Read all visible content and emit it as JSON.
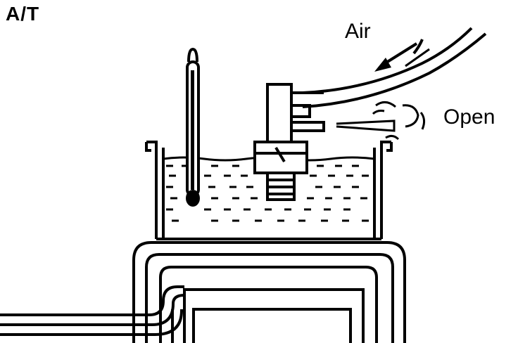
{
  "diagram": {
    "corner_label": "A/T",
    "air_label": "Air",
    "valve_state_label": "Open"
  },
  "colors": {
    "ink": "#000000",
    "paper": "#ffffff"
  }
}
